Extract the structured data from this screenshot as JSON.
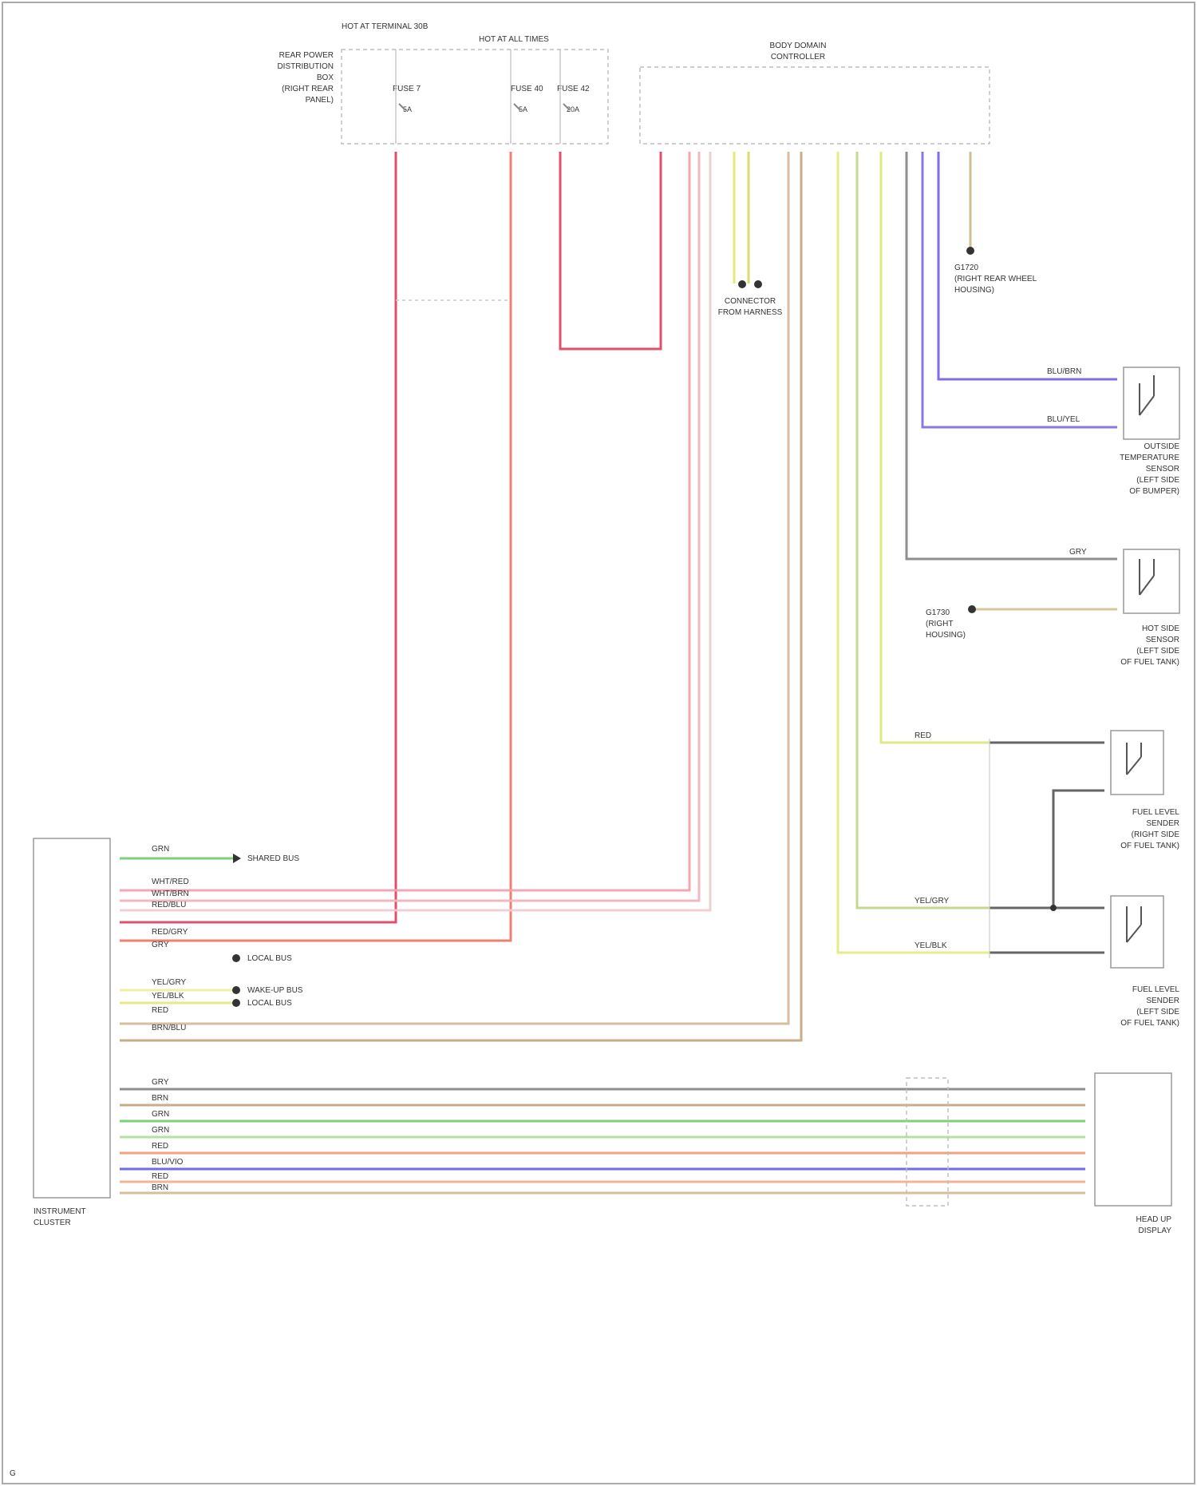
{
  "diagram": {
    "fuse_box": {
      "title_1": "HOT AT TERMINAL 30B",
      "title_2": "HOT AT ALL TIMES",
      "left_lines": [
        "REAR POWER",
        "DISTRIBUTION",
        "BOX",
        "(RIGHT REAR",
        "PANEL)"
      ],
      "fuse_1": "FUSE 7",
      "fuse_1_amp": "5A",
      "fuse_2": "FUSE 40",
      "fuse_2_amp": "5A",
      "fuse_3": "FUSE 42",
      "fuse_3_amp": "20A"
    },
    "control_module": {
      "title_1": "BODY DOMAIN",
      "title_2": "CONTROLLER"
    },
    "grounds": {
      "top_right": [
        "G1720",
        "(RIGHT REAR WHEEL",
        "HOUSING)"
      ],
      "top_mid": [
        "CONNECTOR",
        "FROM HARNESS"
      ],
      "mid_right": [
        "G1730",
        "(RIGHT",
        "HOUSING)"
      ]
    },
    "components": {
      "sensor_1": [
        "OUTSIDE",
        "TEMPERATURE",
        "SENSOR",
        "(LEFT SIDE",
        "OF BUMPER)"
      ],
      "sensor_2": [
        "HOT SIDE",
        "SENSOR",
        "(LEFT SIDE",
        "OF FUEL TANK)"
      ],
      "sensor_3": [
        "FUEL LEVEL",
        "SENDER",
        "(RIGHT SIDE",
        "OF FUEL TANK)"
      ],
      "sensor_4": [
        "FUEL LEVEL",
        "SENDER",
        "(LEFT SIDE",
        "OF FUEL TANK)"
      ],
      "cluster": [
        "INSTRUMENT",
        "CLUSTER"
      ],
      "right_module": [
        "HEAD UP",
        "DISPLAY"
      ]
    },
    "cluster_side_labels": {
      "l1": "SHARED BUS",
      "l2": "LOCAL BUS",
      "l3": "WAKE-UP BUS",
      "l4": "LOCAL BUS"
    },
    "wire_colors": {
      "l1": "GRN",
      "l2": "WHT/RED",
      "l3": "WHT/BRN",
      "l4": "RED/BLU",
      "l5": "RED/GRY",
      "l6": "GRY",
      "l7": "YEL/GRY",
      "l8": "YEL/BLK",
      "l9": "RED",
      "l10": "BRN/BLU",
      "t1": "BLU/BRN",
      "t2": "BLU/YEL",
      "b1": "GRY",
      "b2": "BRN",
      "b3": "GRN",
      "b4": "GRN",
      "b5": "RED",
      "b6": "BLU/VIO",
      "b7": "RED",
      "b8": "BRN"
    },
    "footer": "G"
  },
  "colors": {
    "red": "#e0506a",
    "salmon": "#ef8070",
    "pink": "#f0a8b4",
    "violet": "#8a7ae0",
    "yellow": "#e6e87a",
    "green": "#7ed07a",
    "tan": "#d6bf9c",
    "gray": "#8e8e8e",
    "dark_gray": "#666666",
    "blue": "#6e6ee6",
    "orange": "#f2a284"
  }
}
